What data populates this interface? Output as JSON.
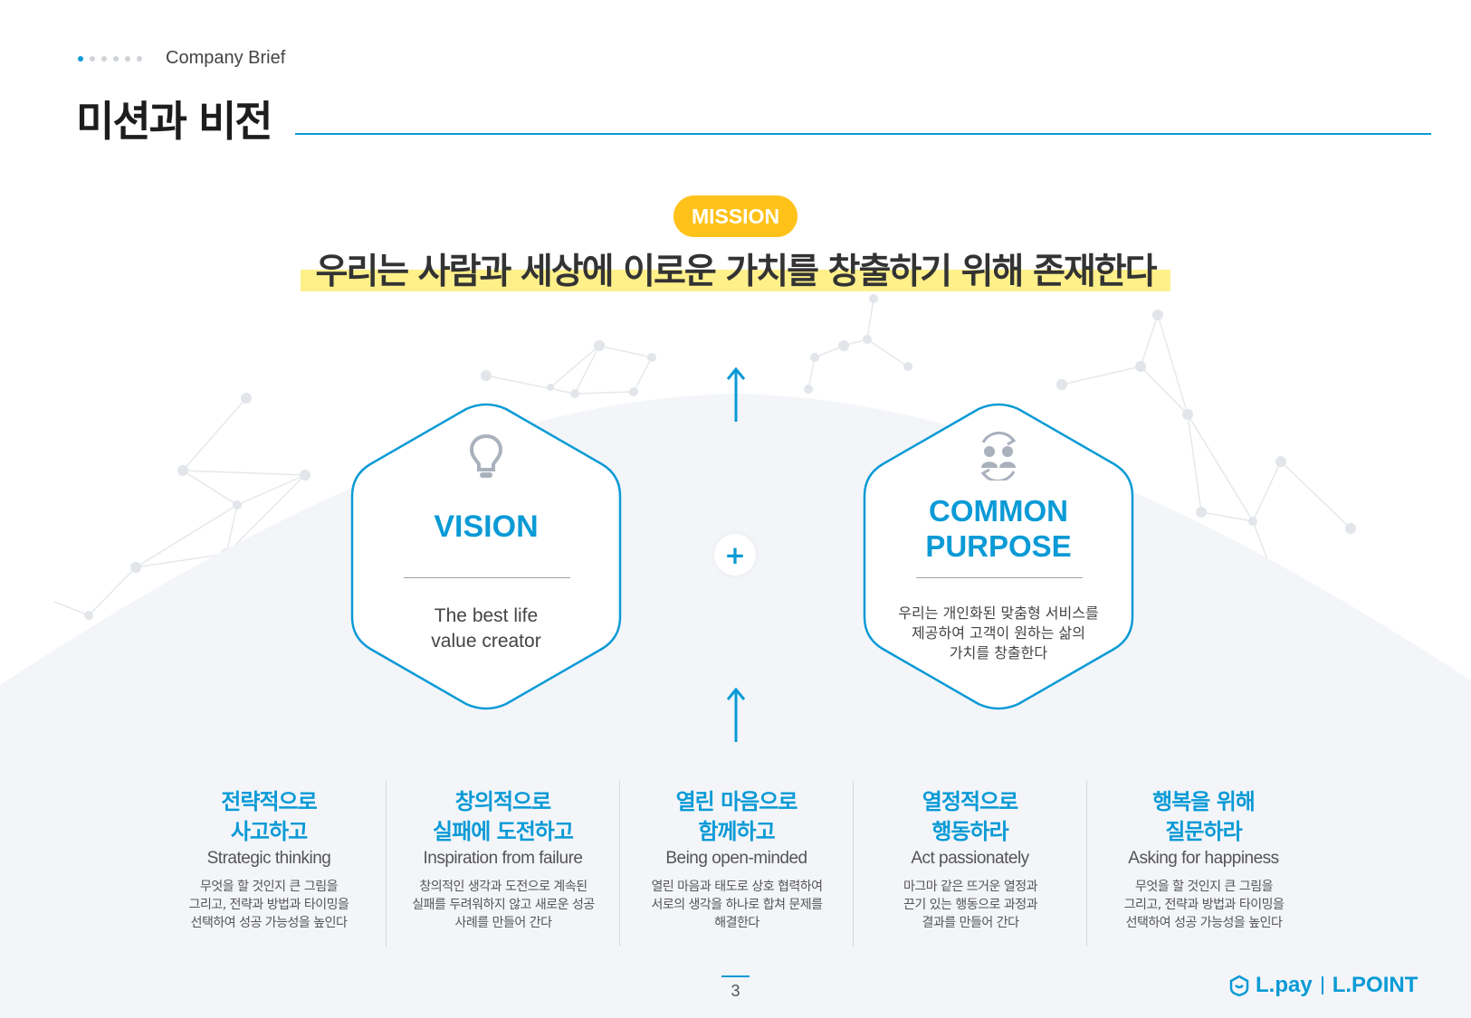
{
  "header": {
    "section_label": "Company Brief",
    "title": "미션과 비전",
    "pager_dots": 6,
    "active_dot": 1
  },
  "mission": {
    "badge": "MISSION",
    "statement": "우리는 사람과 세상에 이로운 가치를 창출하기 위해 존재한다"
  },
  "vision": {
    "icon": "lightbulb-icon",
    "heading": "VISION",
    "desc_line1": "The best life",
    "desc_line2": "value creator"
  },
  "connector": {
    "plus": "+"
  },
  "common_purpose": {
    "icon": "people-exchange-icon",
    "heading_line1": "COMMON",
    "heading_line2": "PURPOSE",
    "desc_line1": "우리는 개인화된 맞춤형 서비스를",
    "desc_line2": "제공하여 고객이 원하는 삶의",
    "desc_line3": "가치를 창출한다"
  },
  "values": [
    {
      "title_line1": "전략적으로",
      "title_line2": "사고하고",
      "english": "Strategic thinking",
      "desc_line1": "무엇을 할 것인지 큰 그림을",
      "desc_line2": "그리고, 전략과 방법과 타이밍을",
      "desc_line3": "선택하여 성공 가능성을 높인다"
    },
    {
      "title_line1": "창의적으로",
      "title_line2": "실패에 도전하고",
      "english": "Inspiration from failure",
      "desc_line1": "창의적인 생각과 도전으로 계속된",
      "desc_line2": "실패를 두려워하지 않고 새로운 성공",
      "desc_line3": "사례를 만들어 간다"
    },
    {
      "title_line1": "열린 마음으로",
      "title_line2": "함께하고",
      "english": "Being open-minded",
      "desc_line1": "열린 마음과 태도로 상호 협력하여",
      "desc_line2": "서로의 생각을 하나로 합쳐 문제를",
      "desc_line3": "해결한다"
    },
    {
      "title_line1": "열정적으로",
      "title_line2": "행동하라",
      "english": "Act passionately",
      "desc_line1": "마그마 같은 뜨거운 열정과",
      "desc_line2": "끈기 있는 행동으로 과정과",
      "desc_line3": "결과를 만들어 간다"
    },
    {
      "title_line1": "행복을 위해",
      "title_line2": "질문하라",
      "english": "Asking for happiness",
      "desc_line1": "무엇을 할 것인지 큰 그림을",
      "desc_line2": "그리고, 전략과 방법과 타이밍을",
      "desc_line3": "선택하여 성공 가능성을 높인다"
    }
  ],
  "footer": {
    "page_number": "3",
    "brand_lpay": "L.pay",
    "brand_lpoint": "L.POINT"
  },
  "colors": {
    "accent_blue": "#0a9ad6",
    "mission_yellow": "#ffc21a",
    "highlight_yellow": "#fff08a",
    "mound": "#f3f5f9"
  }
}
